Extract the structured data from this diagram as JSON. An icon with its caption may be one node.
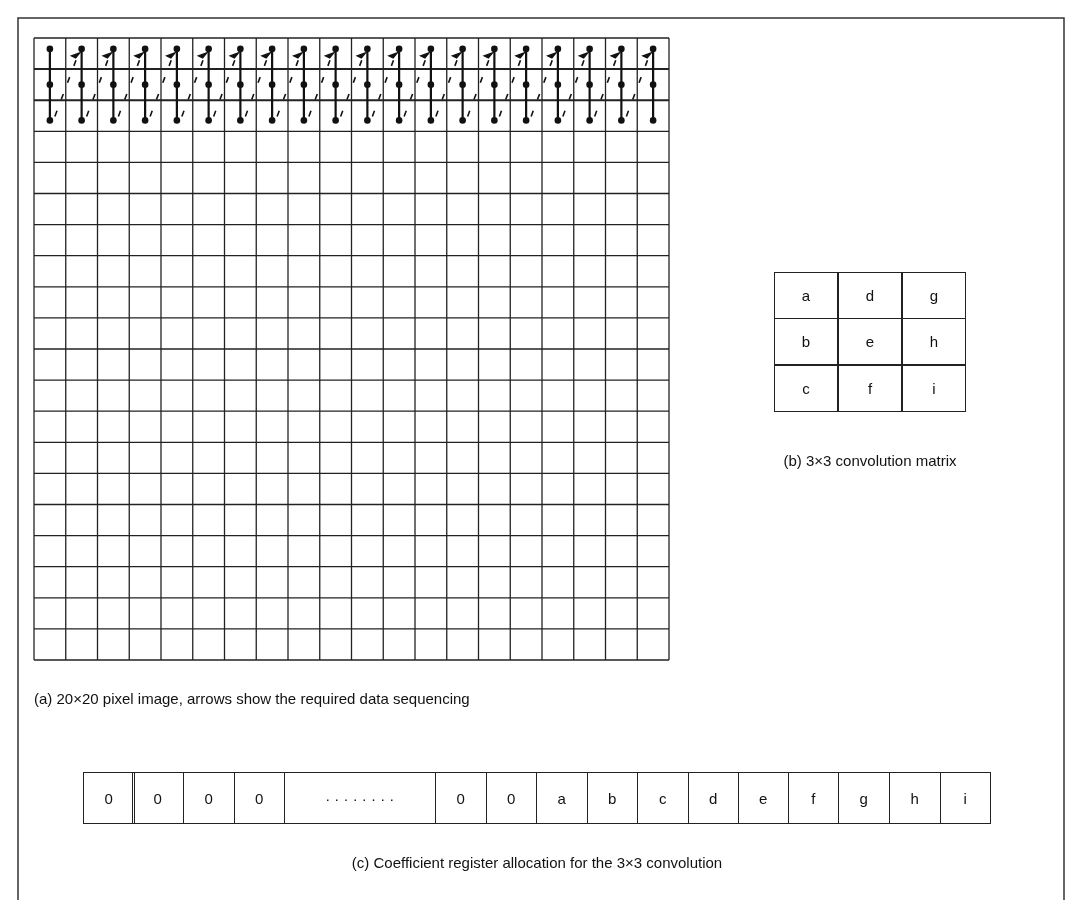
{
  "diagram": {
    "labels": [
      "a",
      "d",
      "g",
      "b",
      "e",
      "h",
      "c",
      "f",
      "i",
      "(b) 3×3 convolution matrix",
      "(a) 20×20 pixel image, arrows show the required data sequencing",
      "0",
      "0",
      "0",
      "0",
      "· · · · · · · ·",
      "0",
      "0",
      "a",
      "b",
      "c",
      "d",
      "e",
      "f",
      "g",
      "h",
      "i",
      "(c) Coefficient register allocation for the 3×3 convolution"
    ]
  }
}
